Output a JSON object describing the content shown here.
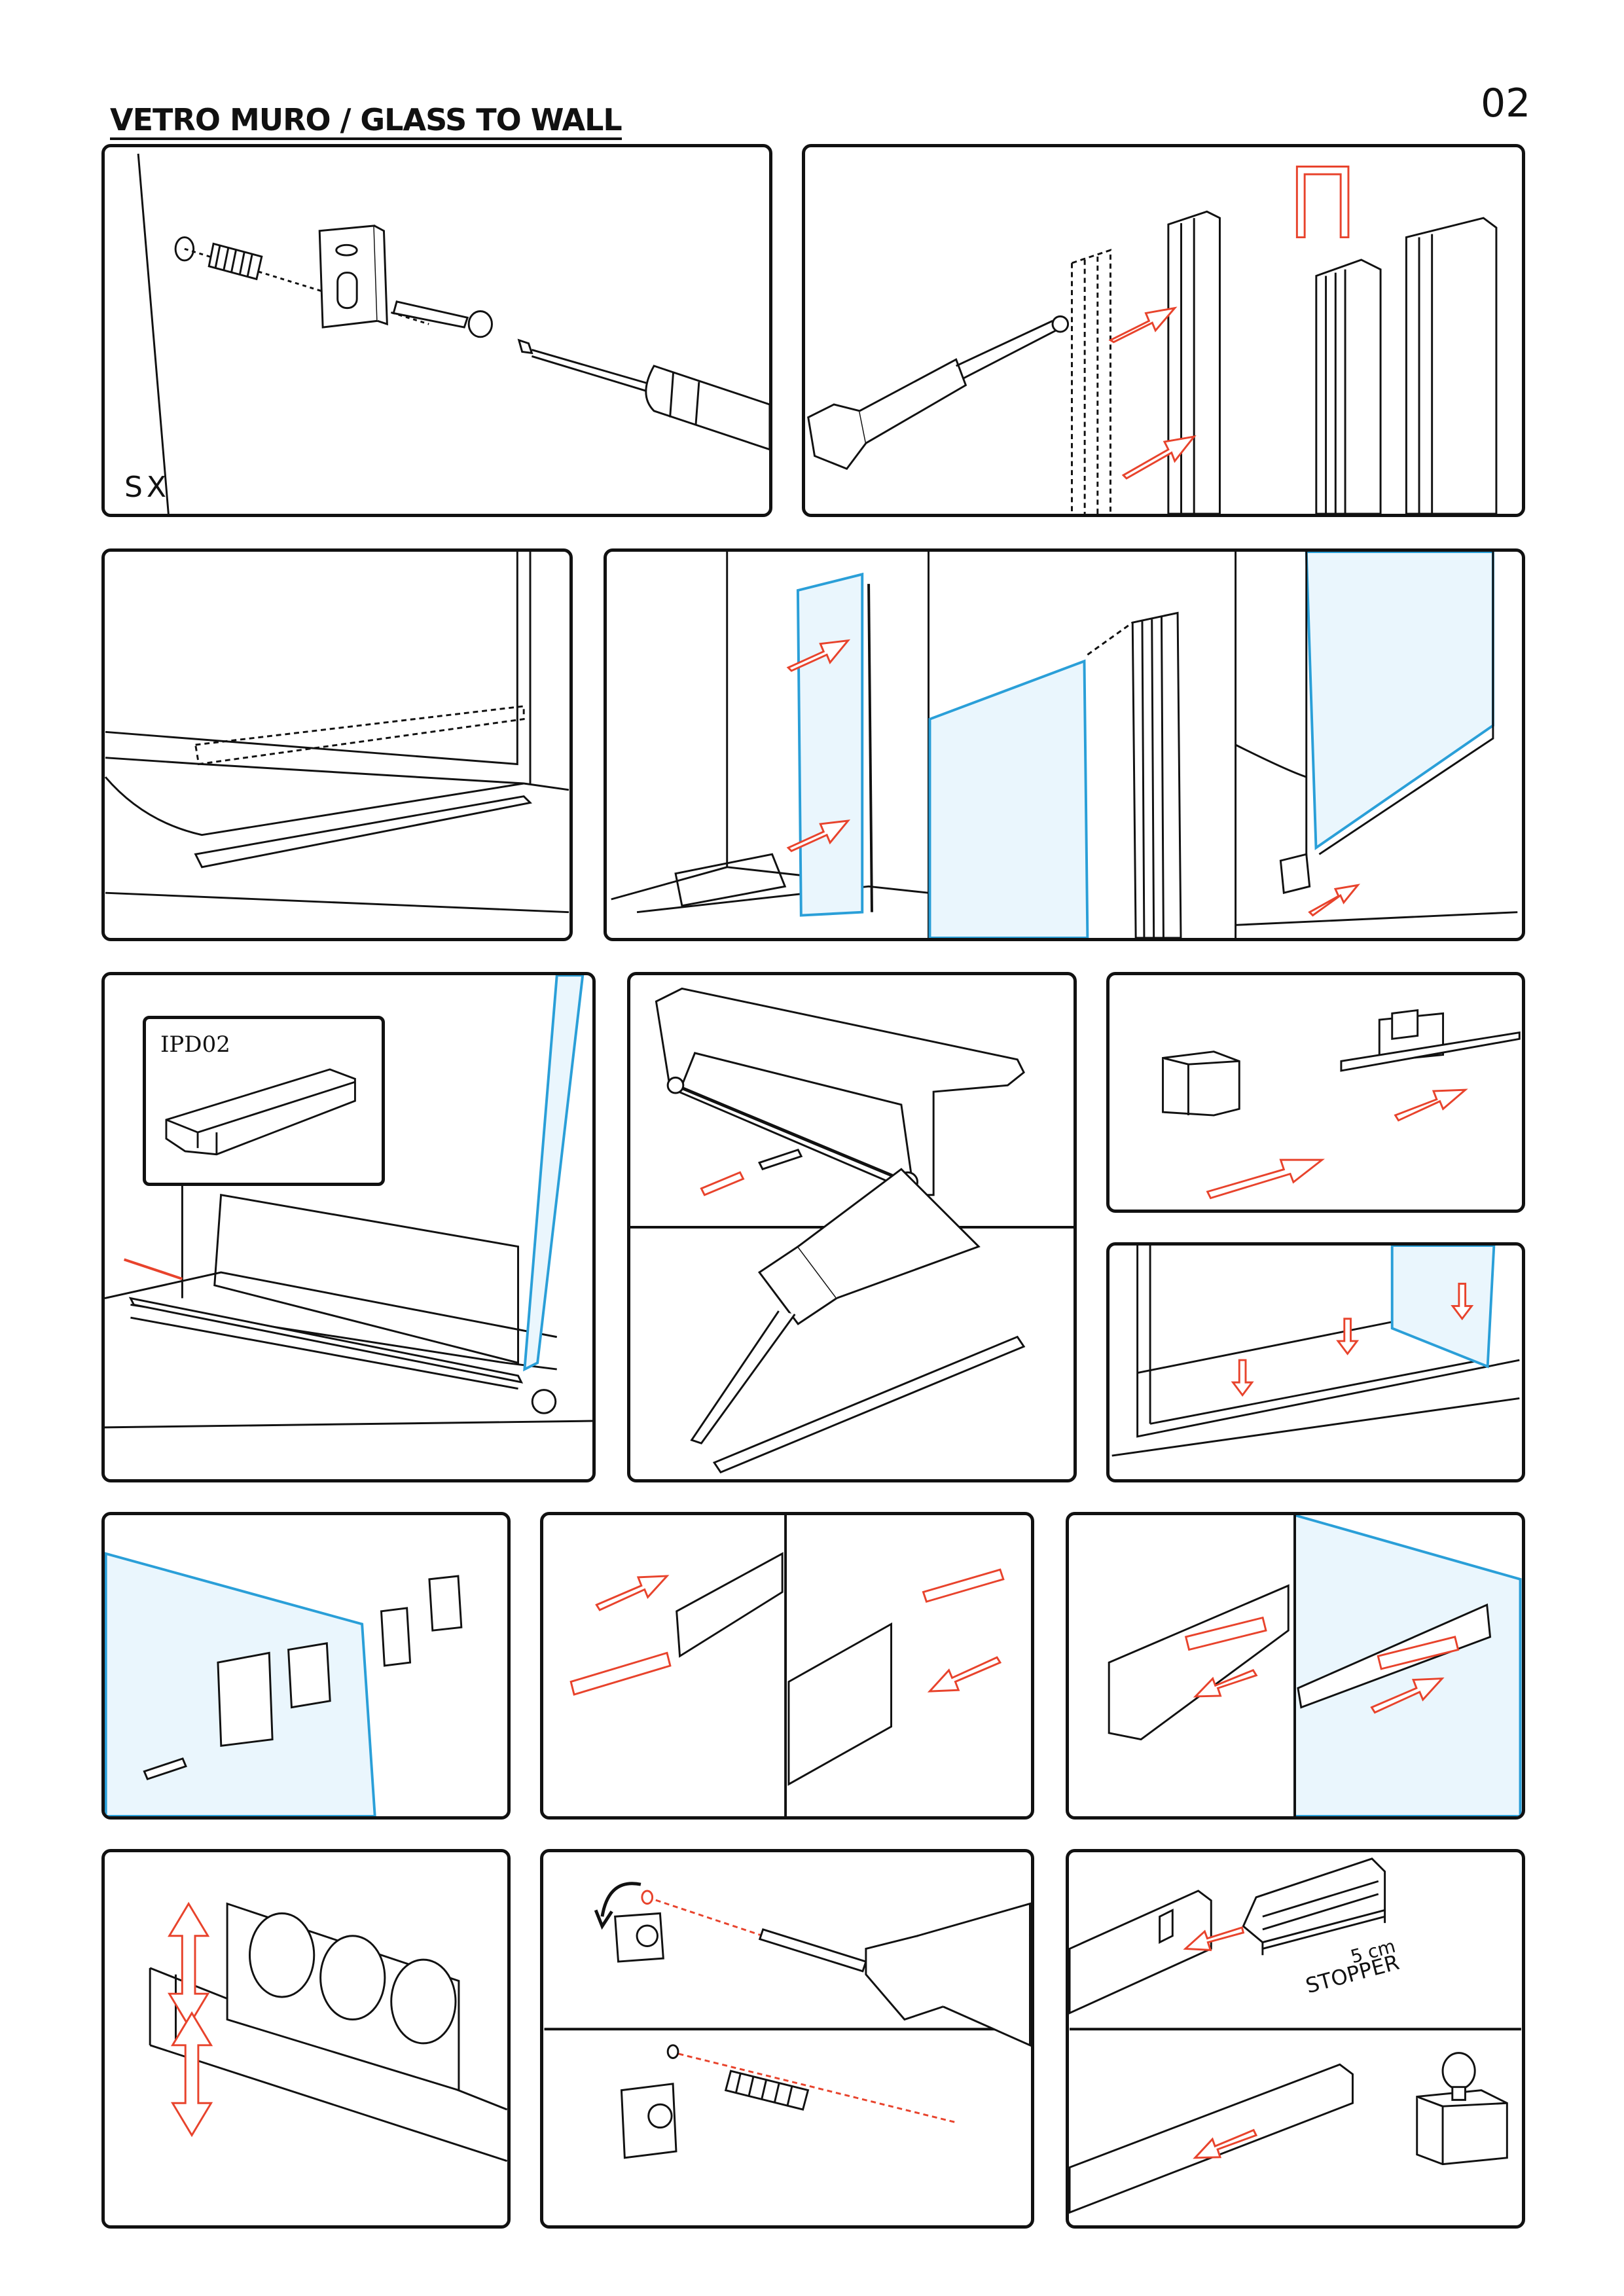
{
  "header": {
    "title": "VETRO MURO / GLASS TO WALL",
    "page_number": "02"
  },
  "labels": {
    "side_marker": "SX",
    "profile_code": "IPD02",
    "stopper_distance": "5 cm",
    "stopper": "STOPPER"
  },
  "colors": {
    "ink": "#111111",
    "arrow": "#e8432c",
    "glass_edge": "#2a9fd8",
    "glass_fill": "#eaf6fd"
  },
  "icons": [
    "screwdriver-icon",
    "drill-icon",
    "hacksaw-icon",
    "silicone-gun-icon",
    "level-icon",
    "wall-plug-icon",
    "screw-icon",
    "bracket-icon",
    "profile-icon",
    "arrow-icon",
    "rotate-arrow-icon"
  ]
}
